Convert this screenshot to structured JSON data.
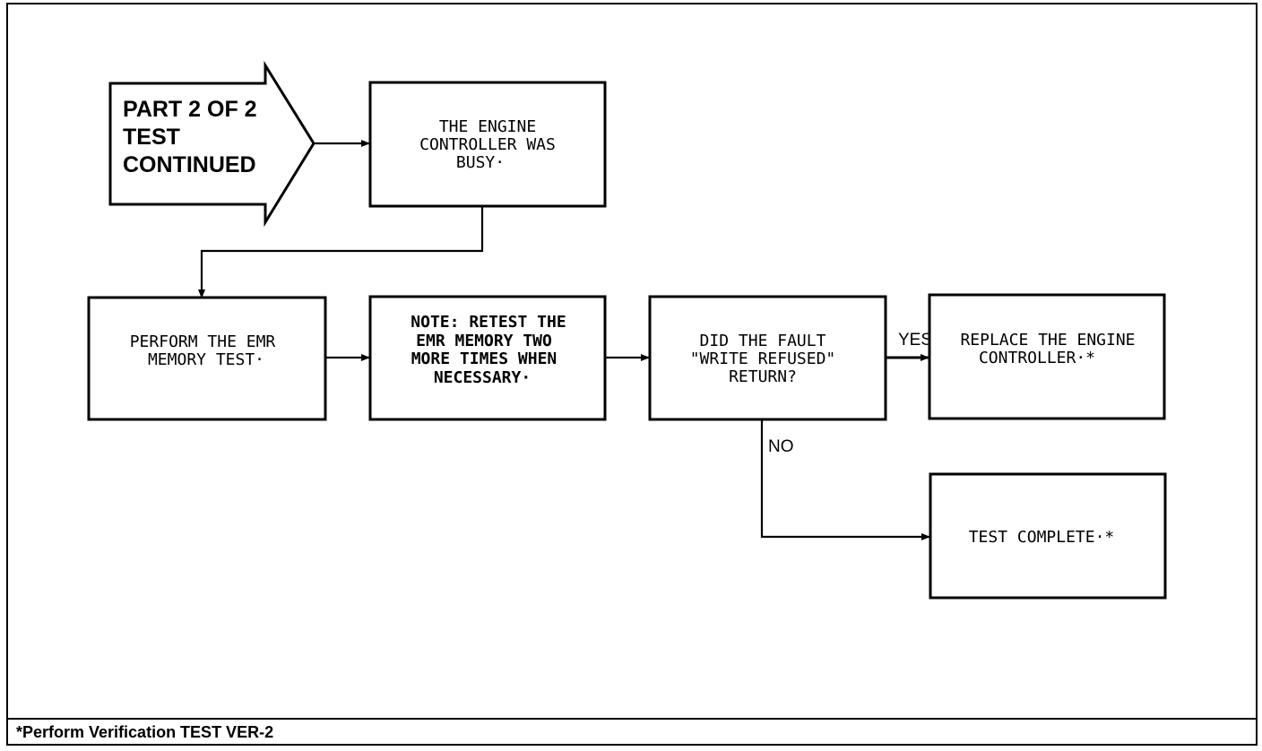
{
  "start": {
    "lines": [
      "PART 2 OF 2",
      "TEST",
      "CONTINUED"
    ]
  },
  "nodes": {
    "controller_busy": [
      "THE ENGINE",
      "CONTROLLER WAS",
      "BUSY·"
    ],
    "perform_emr": [
      "PERFORM THE EMR",
      "MEMORY TEST·"
    ],
    "note_retest": [
      "NOTE: RETEST THE",
      "EMR MEMORY TWO",
      "MORE TIMES WHEN",
      "NECESSARY·"
    ],
    "decision": [
      "DID THE FAULT",
      "\"WRITE REFUSED\"",
      "RETURN?"
    ],
    "replace": [
      "REPLACE THE ENGINE",
      "CONTROLLER·*"
    ],
    "complete": [
      "TEST COMPLETE·*"
    ]
  },
  "edges": {
    "yes_label": "YES",
    "no_label": "NO"
  },
  "footer": {
    "note": "*Perform Verification TEST VER-2"
  }
}
